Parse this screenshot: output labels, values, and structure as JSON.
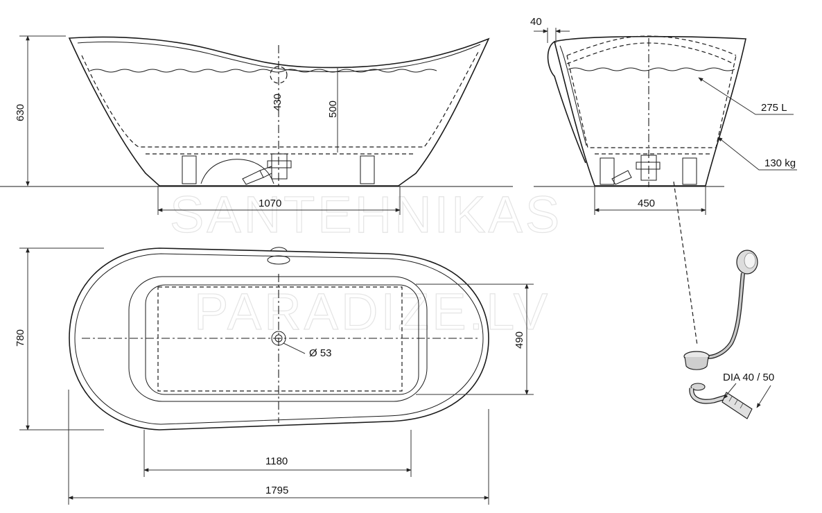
{
  "watermark": {
    "line1": "SANTEHNIKAS",
    "line2": "PARADIZE.LV"
  },
  "dimensions": {
    "height_total": "630",
    "overflow_height": "430",
    "water_height": "500",
    "base_length": "1070",
    "rim_offset": "40",
    "capacity": "275 L",
    "weight": "130 kg",
    "base_width": "450",
    "width_total": "780",
    "inner_width": "490",
    "drain_diameter": "Ø 53",
    "inner_length": "1180",
    "length_total": "1795",
    "drain_type": "DIA 40 / 50"
  },
  "colors": {
    "line": "#1a1a1a",
    "background": "#ffffff",
    "watermark": "#e4e4e4"
  }
}
